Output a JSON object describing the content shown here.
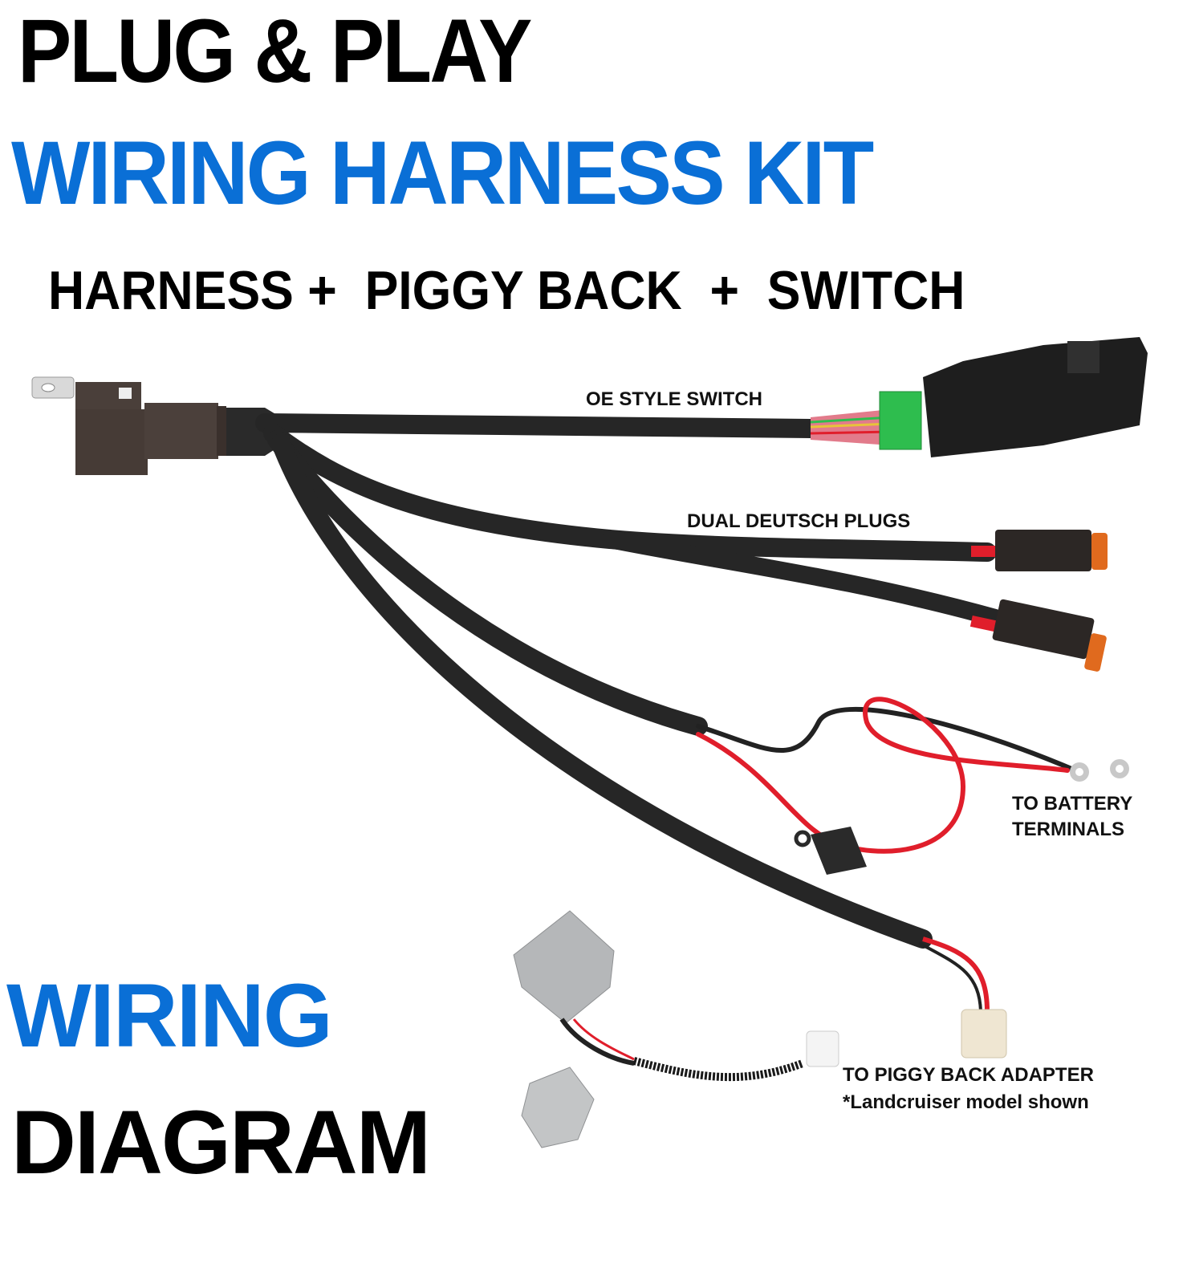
{
  "colors": {
    "accent_blue": "#0a6fd6",
    "text_black": "#000000",
    "cable": "#262626",
    "wire_red": "#e01e2b",
    "connector_green": "#2ebd4e",
    "adapter_grey": "#b5b7b9",
    "plug_cream": "#efe6d2",
    "deutsch_orange": "#e06a1e"
  },
  "header": {
    "line1": "PLUG & PLAY",
    "line2": "WIRING HARNESS KIT",
    "subtitle": "HARNESS +  PIGGY BACK  +  SWITCH"
  },
  "components": {
    "relay": {
      "icon": "relay-icon"
    },
    "switch": {
      "label": "OE STYLE SWITCH",
      "icon": "rocker-switch-icon"
    },
    "deutsch": {
      "label": "DUAL DEUTSCH PLUGS",
      "icon": "deutsch-plug-icon"
    },
    "battery": {
      "label_line1": "TO BATTERY",
      "label_line2": "TERMINALS",
      "icon": "ring-terminal-icon"
    },
    "piggyback": {
      "label_line1": "TO PIGGY BACK ADAPTER",
      "label_line2": "*Landcruiser model shown",
      "icon": "piggyback-adapter-icon"
    }
  },
  "footer": {
    "line1": "WIRING",
    "line2": "DIAGRAM"
  }
}
